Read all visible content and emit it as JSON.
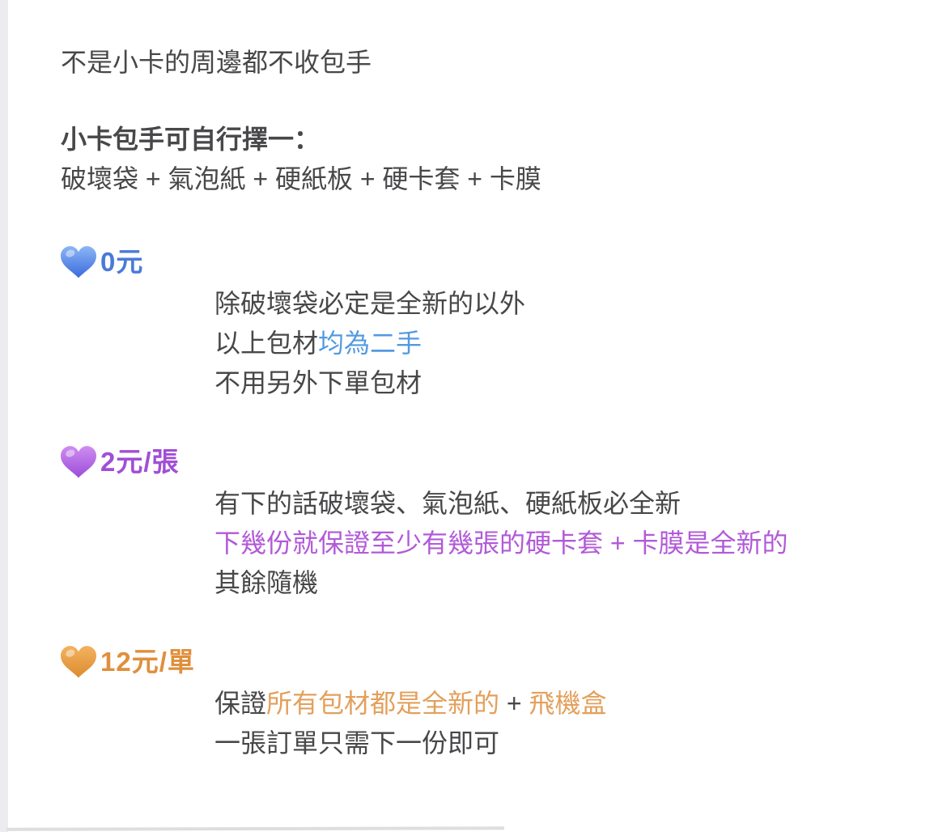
{
  "page": {
    "background": "#ffffff",
    "text_color": "#48484a"
  },
  "intro": {
    "line1": "不是小卡的周邊都不收包手",
    "heading": "小卡包手可自行擇一：",
    "options_line": "破壞袋 + 氣泡紙 + 硬紙板 + 硬卡套 + 卡膜"
  },
  "tiers": {
    "free": {
      "heart_icon": "blue-heart-emoji",
      "heart_color_top": "#7fadf2",
      "heart_color_bottom": "#3a6add",
      "price": "0元",
      "price_color": "#4a7ad8",
      "line1": "除破壞袋必定是全新的以外",
      "line2_prefix": "以上包材",
      "line2_highlight": "均為二手",
      "highlight_color": "#549ae0",
      "line3": "不用另外下單包材"
    },
    "per_card": {
      "heart_icon": "purple-heart-emoji",
      "heart_color_top": "#cf8df0",
      "heart_color_bottom": "#9b4ed8",
      "price": "2元/張",
      "price_color": "#a14ed6",
      "line1": "有下的話破壞袋、氣泡紙、硬紙板必全新",
      "line2_highlight": "下幾份就保證至少有幾張的硬卡套 + 卡膜是全新的",
      "highlight_color": "#b25ad8",
      "line3": "其餘隨機"
    },
    "per_order": {
      "heart_icon": "orange-heart-emoji",
      "heart_color_top": "#f2b35f",
      "heart_color_bottom": "#dd8b2e",
      "price": "12元/單",
      "price_color": "#e08f3c",
      "line1_prefix": "保證",
      "line1_highlight1": "所有包材都是全新的",
      "line1_plus": " + ",
      "line1_highlight2": "飛機盒",
      "highlight_color": "#e3a05c",
      "line2": "一張訂單只需下一份即可"
    }
  }
}
